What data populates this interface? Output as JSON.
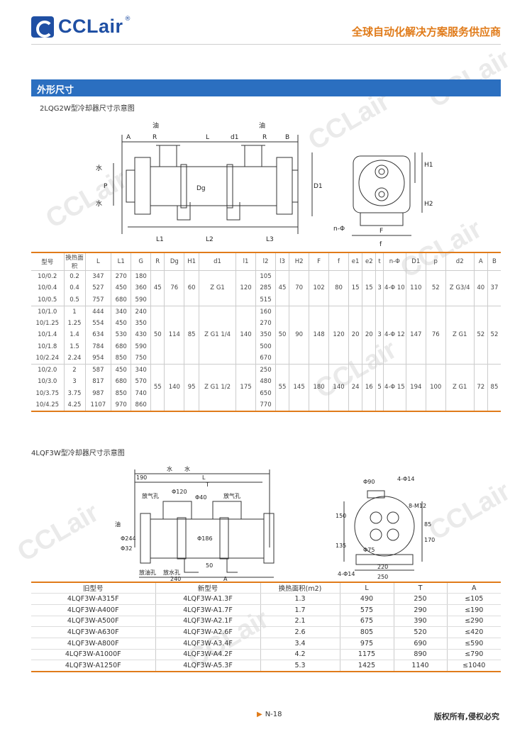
{
  "header": {
    "brand": "CCLair",
    "registered": "®",
    "tagline": "全球自动化解决方案服务供应商"
  },
  "section": {
    "title": "外形尺寸"
  },
  "caption1": "2LQG2W型冷却器尺寸示意图",
  "caption2": "4LQF3W型冷却器尺寸示意图",
  "drawing1": {
    "labels": [
      "油",
      "油",
      "A",
      "R",
      "L",
      "d1",
      "R",
      "B",
      "水",
      "水",
      "P",
      "Dg",
      "H2",
      "H1",
      "D1",
      "L1",
      "L2",
      "L3",
      "n-Φ",
      "F",
      "f"
    ]
  },
  "drawing2": {
    "labels": [
      "190",
      "水",
      "水",
      "L",
      "Φ120",
      "T",
      "Φ40",
      "放气孔",
      "放气孔",
      "油",
      "Φ244",
      "Φ32",
      "Φ186",
      "放油孔",
      "放水孔",
      "50",
      "240",
      "A",
      "Φ90",
      "4-Φ14",
      "8-M12",
      "150",
      "135",
      "Φ75",
      "85",
      "170",
      "220",
      "250",
      "4-Φ14"
    ]
  },
  "table1": {
    "headers": [
      "型号",
      "换热面积",
      "L",
      "L1",
      "G",
      "R",
      "Dg",
      "H1",
      "d1",
      "l1",
      "l2",
      "l3",
      "H2",
      "F",
      "f",
      "e1",
      "e2",
      "t",
      "n-Φ",
      "D1",
      "p",
      "d2",
      "A",
      "B"
    ],
    "groups": [
      {
        "rows": [
          [
            "10/0.2",
            "0.2",
            "347",
            "270",
            "180",
            "105"
          ],
          [
            "10/0.4",
            "0.4",
            "527",
            "450",
            "360",
            "285"
          ],
          [
            "10/0.5",
            "0.5",
            "757",
            "680",
            "590",
            "515"
          ]
        ],
        "shared": [
          "45",
          "76",
          "60",
          "Z G1",
          "120",
          "45",
          "70",
          "102",
          "80",
          "15",
          "15",
          "3",
          "4-Φ 10",
          "110",
          "52",
          "Z G3/4",
          "40",
          "37"
        ]
      },
      {
        "rows": [
          [
            "10/1.0",
            "1",
            "444",
            "340",
            "240",
            "160"
          ],
          [
            "10/1.25",
            "1.25",
            "554",
            "450",
            "350",
            "270"
          ],
          [
            "10/1.4",
            "1.4",
            "634",
            "530",
            "430",
            "350"
          ],
          [
            "10/1.8",
            "1.5",
            "784",
            "680",
            "590",
            "500"
          ],
          [
            "10/2.24",
            "2.24",
            "954",
            "850",
            "750",
            "670"
          ]
        ],
        "shared": [
          "50",
          "114",
          "85",
          "Z G1 1/4",
          "140",
          "50",
          "90",
          "148",
          "120",
          "20",
          "20",
          "3",
          "4-Φ 12",
          "147",
          "76",
          "Z G1",
          "52",
          "52"
        ]
      },
      {
        "rows": [
          [
            "10/2.0",
            "2",
            "587",
            "450",
            "340",
            "250"
          ],
          [
            "10/3.0",
            "3",
            "817",
            "680",
            "570",
            "480"
          ],
          [
            "10/3.75",
            "3.75",
            "987",
            "850",
            "740",
            "650"
          ],
          [
            "10/4.25",
            "4.25",
            "1107",
            "970",
            "860",
            "770"
          ]
        ],
        "shared": [
          "55",
          "140",
          "95",
          "Z G1 1/2",
          "175",
          "55",
          "145",
          "180",
          "140",
          "24",
          "16",
          "5",
          "4-Φ 15",
          "194",
          "100",
          "Z G1",
          "72",
          "85"
        ]
      }
    ]
  },
  "table2": {
    "headers": [
      "旧型号",
      "新型号",
      "换热面积(m2)",
      "L",
      "T",
      "A"
    ],
    "rows": [
      [
        "4LQF3W-A315F",
        "4LQF3W-A1.3F",
        "1.3",
        "490",
        "250",
        "≤105"
      ],
      [
        "4LQF3W-A400F",
        "4LQF3W-A1.7F",
        "1.7",
        "575",
        "290",
        "≤190"
      ],
      [
        "4LQF3W-A500F",
        "4LQF3W-A2.1F",
        "2.1",
        "675",
        "390",
        "≤290"
      ],
      [
        "4LQF3W-A630F",
        "4LQF3W-A2.6F",
        "2.6",
        "805",
        "520",
        "≤420"
      ],
      [
        "4LQF3W-A800F",
        "4LQF3W-A3.4F",
        "3.4",
        "975",
        "690",
        "≤590"
      ],
      [
        "4LQF3W-A1000F",
        "4LQF3W-A4.2F",
        "4.2",
        "1175",
        "890",
        "≤790"
      ],
      [
        "4LQF3W-A1250F",
        "4LQF3W-A5.3F",
        "5.3",
        "1425",
        "1140",
        "≤1040"
      ]
    ]
  },
  "footer": {
    "page": "N-18",
    "rights": "版权所有,侵权必究"
  }
}
